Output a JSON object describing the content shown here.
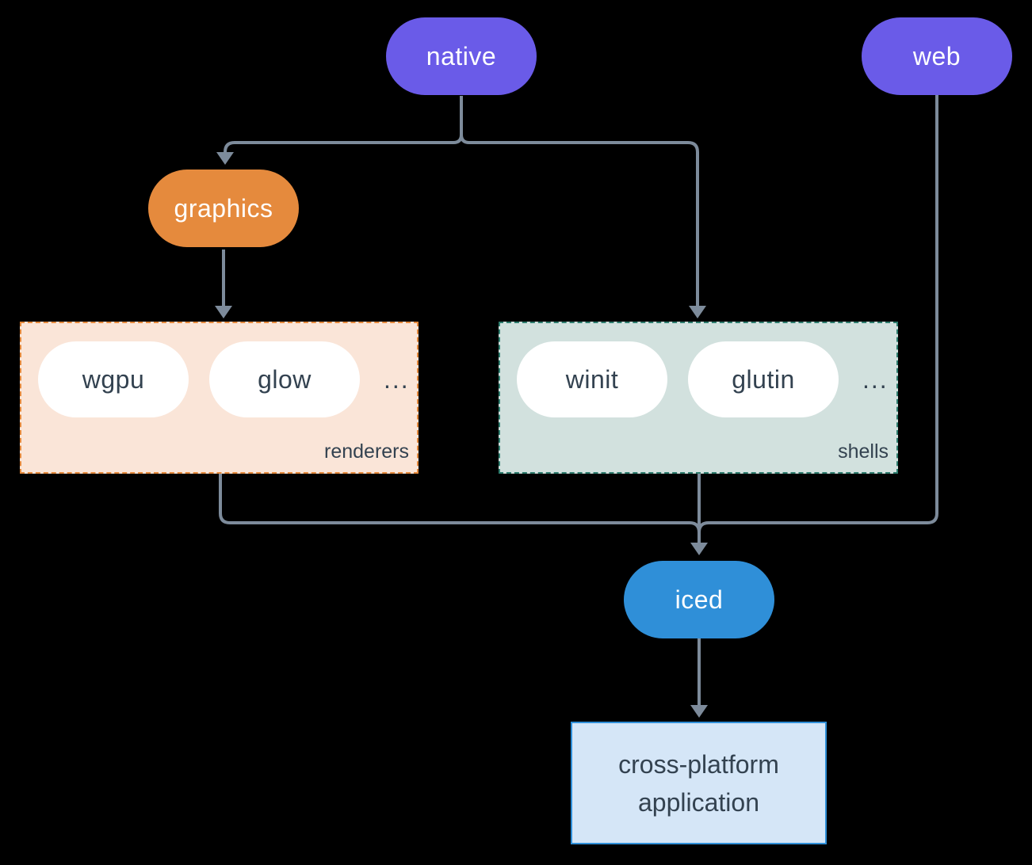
{
  "colors": {
    "background": "#000000",
    "purple": "#6A5BE8",
    "orange": "#E58A3D",
    "blue": "#2F8FD8",
    "peach": "#FAE5D8",
    "mint": "#D2E1DE",
    "teal": "#2E7D6E",
    "pale_blue": "#D5E6F7",
    "line": "#7D8B9B",
    "ink": "#334250",
    "white": "#FFFFFF"
  },
  "nodes": {
    "native": "native",
    "web": "web",
    "graphics": "graphics",
    "iced": "iced",
    "application_line1": "cross-platform",
    "application_line2": "application"
  },
  "groups": {
    "renderers": {
      "label": "renderers",
      "items": [
        "wgpu",
        "glow"
      ],
      "ellipsis": "..."
    },
    "shells": {
      "label": "shells",
      "items": [
        "winit",
        "glutin"
      ],
      "ellipsis": "..."
    }
  }
}
